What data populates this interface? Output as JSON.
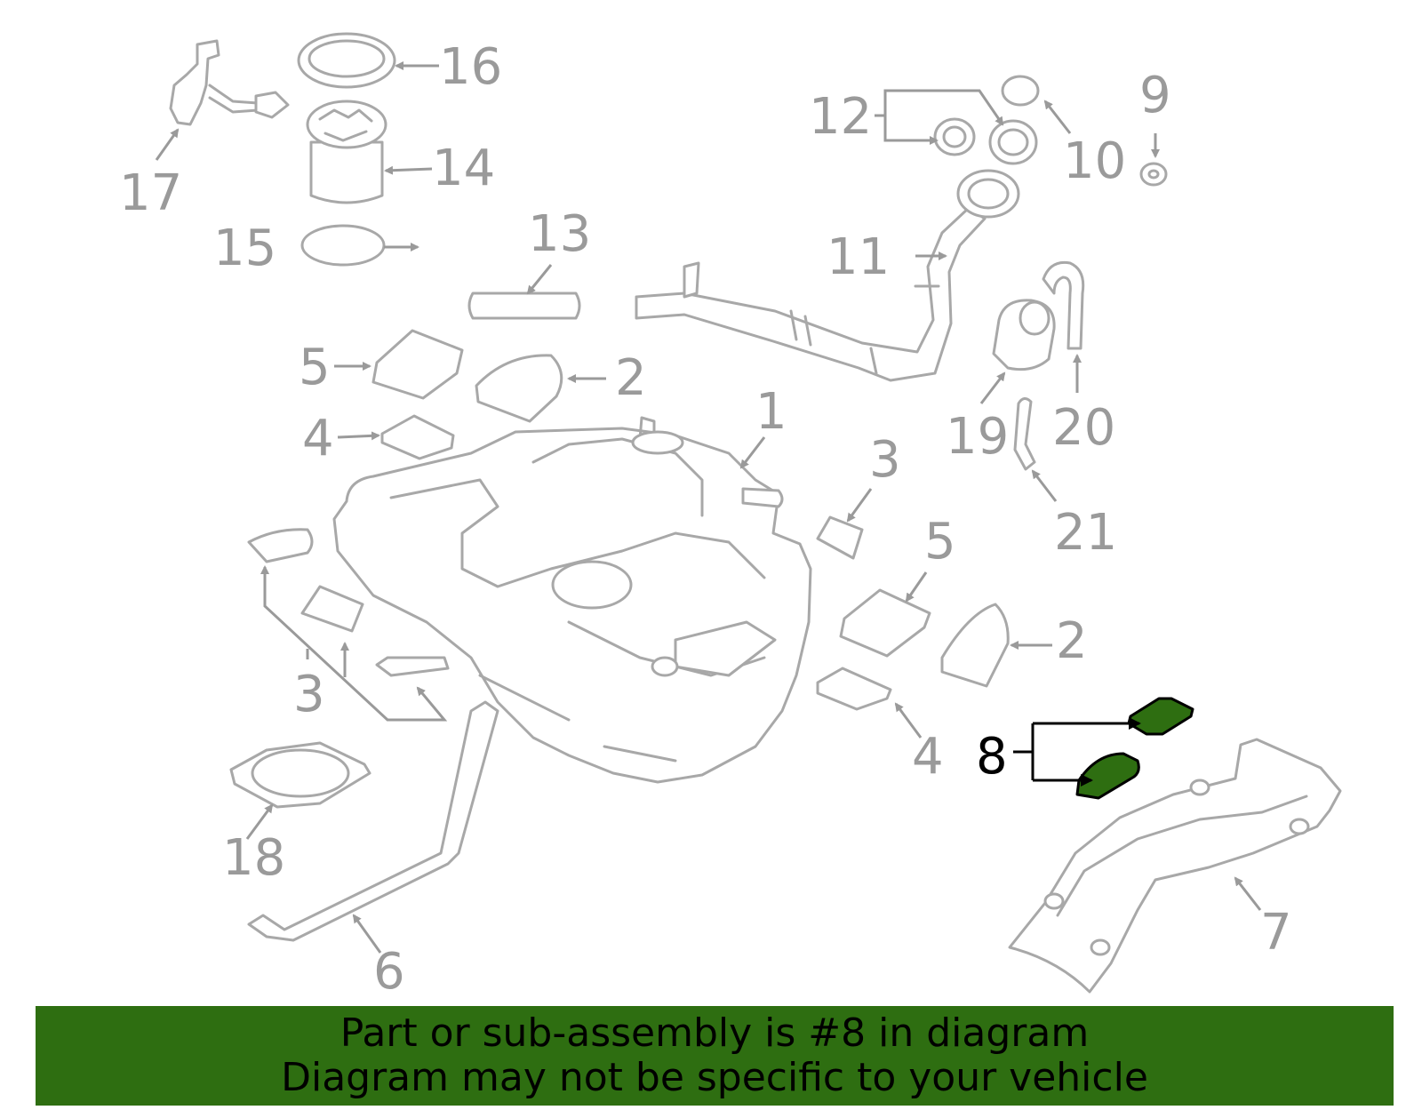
{
  "colors": {
    "highlight": "#2e6e11",
    "banner": "#2e6e11",
    "part_outline": "#a8a8a8",
    "callout_gray": "#9a9a9a",
    "callout_active": "#000000"
  },
  "highlighted_part": "8",
  "callouts": {
    "c1": "1",
    "c2a": "2",
    "c2b": "2",
    "c3a": "3",
    "c3b": "3",
    "c4a": "4",
    "c4b": "4",
    "c5a": "5",
    "c5b": "5",
    "c6": "6",
    "c7": "7",
    "c8": "8",
    "c9": "9",
    "c10": "10",
    "c11": "11",
    "c12": "12",
    "c13": "13",
    "c14": "14",
    "c15": "15",
    "c16": "16",
    "c17": "17",
    "c18": "18",
    "c19": "19",
    "c20": "20",
    "c21": "21"
  },
  "banner": {
    "line1": "Part or sub-assembly is #8 in diagram",
    "line2": "Diagram may not be specific to your vehicle"
  }
}
